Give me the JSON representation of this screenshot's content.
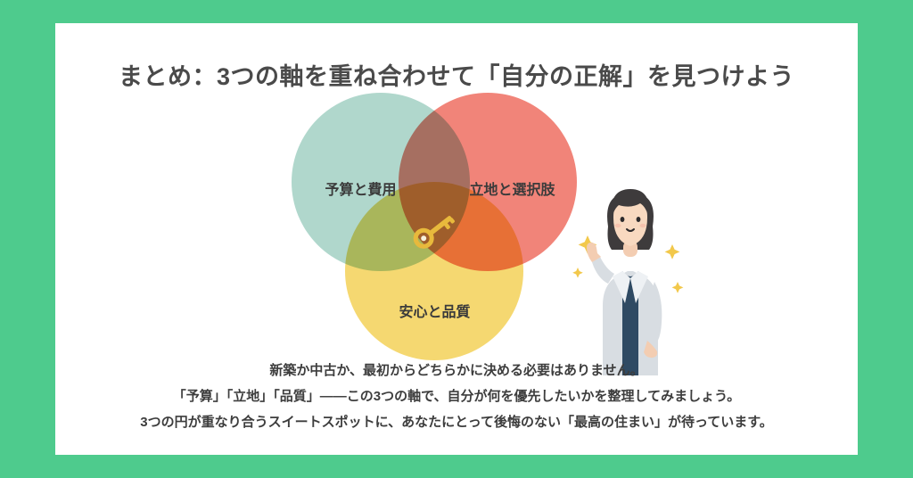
{
  "slide": {
    "title": "まとめ：3つの軸を重ね合わせて「自分の正解」を見つけよう",
    "venn": {
      "circles": [
        {
          "id": "budget",
          "label": "予算と費用",
          "color": "#a9d4c8"
        },
        {
          "id": "location",
          "label": "立地と選択肢",
          "color": "#f0776a"
        },
        {
          "id": "quality",
          "label": "安心と品質",
          "color": "#f5d565"
        }
      ],
      "center_icon": "key-icon"
    },
    "illustration": "pointing-woman-icon",
    "caption_lines": [
      "新築か中古か、最初からどちらかに決める必要はありません。",
      "「予算」「立地」「品質」——この3つの軸で、自分が何を優先したいかを整理してみましょう。",
      "3つの円が重なり合うスイートスポットに、あなたにとって後悔のない「最高の住まい」が待っています。"
    ]
  },
  "colors": {
    "background": "#4ecb8d",
    "card": "#ffffff",
    "title_text": "#4a4a4a",
    "body_text": "#3d3d3d"
  }
}
